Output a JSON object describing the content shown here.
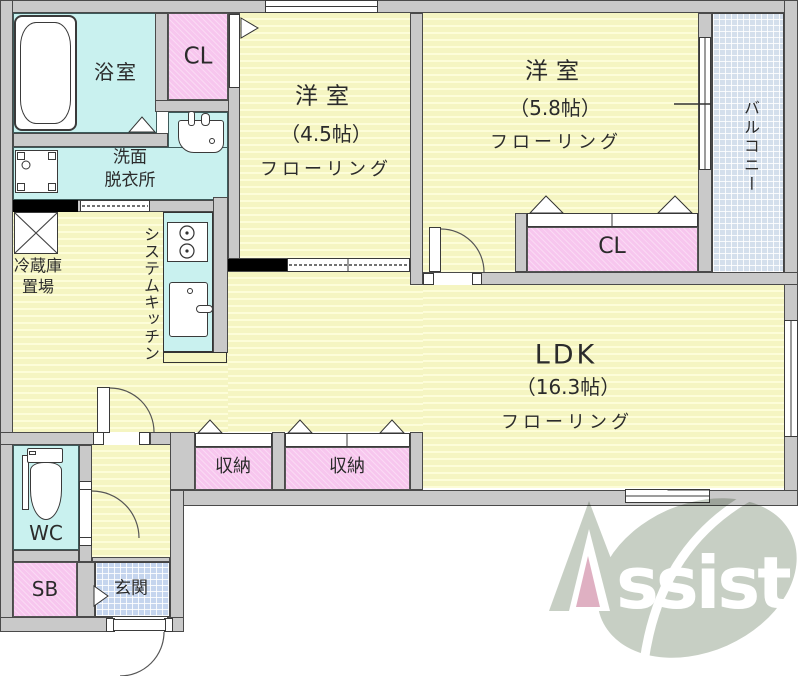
{
  "plan": {
    "rooms": {
      "bath": {
        "label": "浴室"
      },
      "closet_top": {
        "label": "CL"
      },
      "washroom": {
        "label_line1": "洗面",
        "label_line2": "脱衣所"
      },
      "western_45": {
        "name": "洋室",
        "size": "（4.5帖）",
        "floor": "フローリング"
      },
      "western_58": {
        "name": "洋室",
        "size": "（5.8帖）",
        "floor": "フローリング"
      },
      "closet_58": {
        "label": "CL"
      },
      "balcony": {
        "label": "バルコニー"
      },
      "kitchen": {
        "label": "システムキッチン"
      },
      "fridge_space": {
        "label_line1": "冷蔵庫",
        "label_line2": "置場"
      },
      "ldk": {
        "name": "LDK",
        "size": "（16.3帖）",
        "floor": "フローリング"
      },
      "storage_left": {
        "label": "収納"
      },
      "storage_right": {
        "label": "収納"
      },
      "wc": {
        "label": "WC"
      },
      "shoe_box": {
        "label": "SB"
      },
      "entrance": {
        "label": "玄関"
      }
    },
    "colors": {
      "room_yellow": "#f5f5c2",
      "wet_area_cyan": "#c9f1ef",
      "closet_pink": "#f7c6ee",
      "balcony_blue": "#d4dfec",
      "entrance_blue": "#c5d5ee",
      "wall_gray": "#c9c9c9"
    }
  },
  "logo": {
    "letter_a": "A",
    "text": "ssist",
    "leaf_color": "#c7cfc4",
    "accent_pink": "#dfb0c2"
  }
}
